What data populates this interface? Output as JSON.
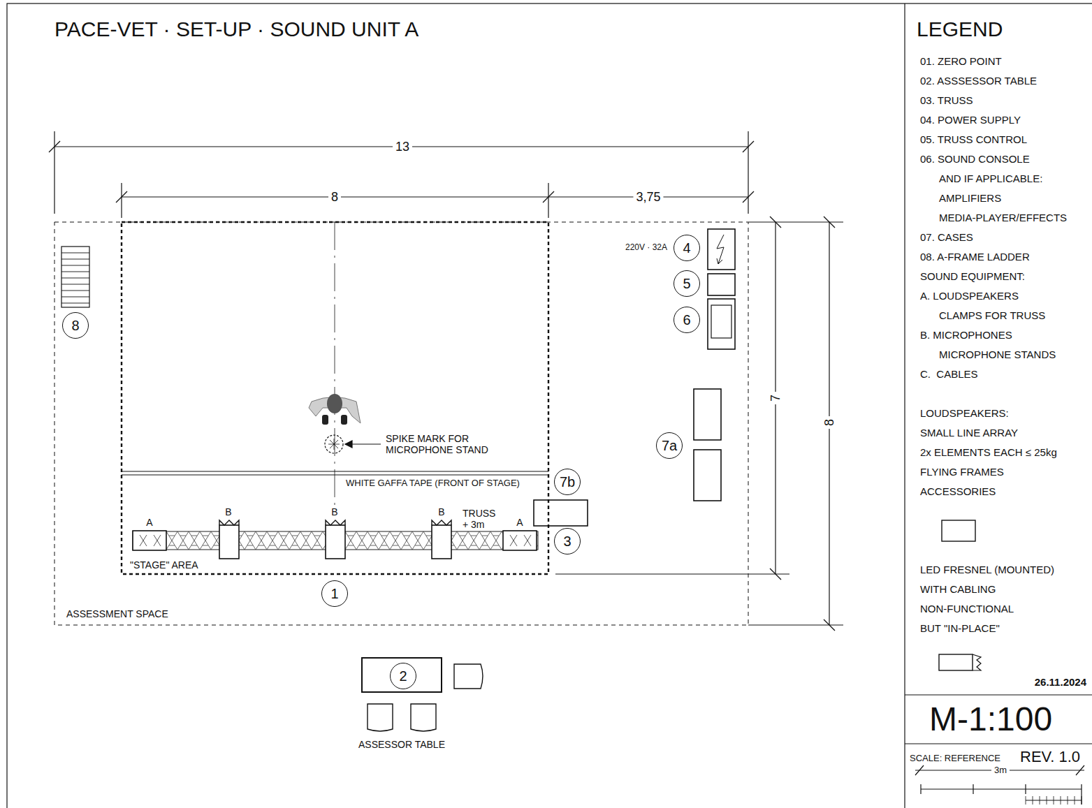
{
  "diagram": {
    "title": "PACE-VET · SET-UP · SOUND UNIT A",
    "nodes": [
      {
        "text": [
          "8"
        ]
      },
      {
        "text": [
          "4"
        ]
      },
      {
        "text": [
          "5"
        ]
      },
      {
        "text": [
          "6"
        ]
      },
      {
        "text": [
          "7a"
        ]
      },
      {
        "text": [
          "7b"
        ]
      },
      {
        "text": [
          "3"
        ]
      },
      {
        "text": [
          "1"
        ]
      },
      {
        "text": [
          "ASSESSOR TABLE"
        ]
      },
      {
        "text": [
          "2"
        ],
        "in": 8
      }
    ],
    "labels": [
      "LEGEND",
      "01. ZERO POINT",
      "02. ASSSESSOR TABLE",
      "03. TRUSS",
      "04. POWER SUPPLY",
      "05. TRUSS CONTROL",
      "06. SOUND CONSOLE",
      "AND IF APPLICABLE:",
      "AMPLIFIERS",
      "MEDIA-PLAYER/EFFECTS",
      "07. CASES",
      "08. A-FRAME LADDER",
      "SOUND EQUIPMENT:",
      "A. LOUDSPEAKERS",
      "CLAMPS FOR TRUSS",
      "B. MICROPHONES",
      "MICROPHONE STANDS",
      "C.  CABLES",
      "LOUDSPEAKERS:",
      "SMALL LINE ARRAY",
      "2x ELEMENTS EACH ≤ 25kg",
      "FLYING FRAMES",
      "ACCESSORIES",
      "LED FRESNEL (MOUNTED)",
      "WITH CABLING",
      "NON-FUNCTIONAL",
      "BUT \"IN-PLACE\"",
      "26.11.2024",
      "M-1:100",
      "SCALE: REFERENCE",
      "REV. 1.0",
      "3m",
      "13",
      "8",
      "3,75",
      "7",
      "8",
      "220V · 32A",
      "SPIKE MARK FOR MICROPHONE STAND",
      "WHITE GAFFA TAPE (FRONT OF STAGE)",
      "A",
      "B",
      "B",
      "B",
      "A",
      "TRUSS + 3m",
      "\"STAGE\" AREA",
      "ASSESSMENT SPACE"
    ]
  }
}
